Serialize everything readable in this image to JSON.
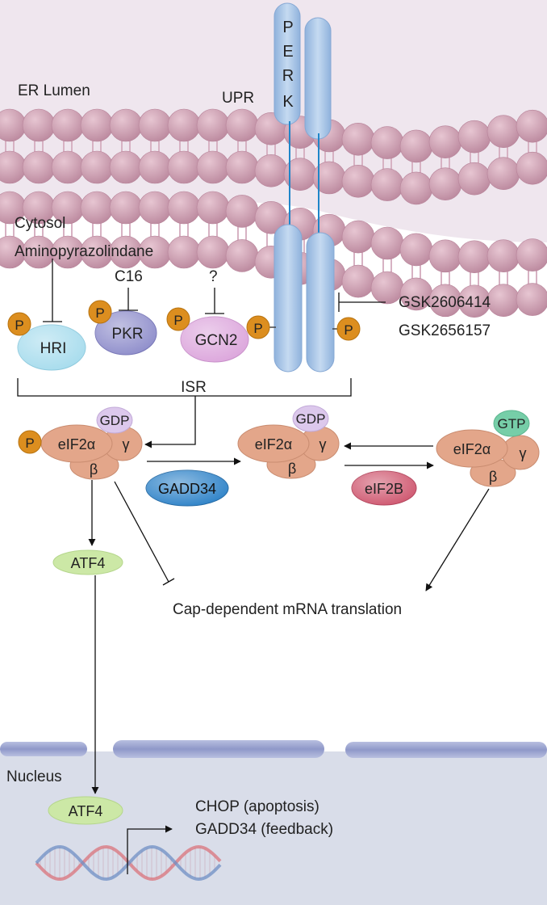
{
  "labels": {
    "er_lumen": "ER Lumen",
    "upr": "UPR",
    "cytosol": "Cytosol",
    "nucleus": "Nucleus",
    "isr": "ISR",
    "cap_translation": "Cap-dependent mRNA translation"
  },
  "perk": {
    "letters": [
      "P",
      "E",
      "R",
      "K"
    ]
  },
  "kinases": {
    "hri": "HRI",
    "pkr": "PKR",
    "gcn2": "GCN2"
  },
  "inhibitors": {
    "hri": "Aminopyrazolindane",
    "pkr": "C16",
    "gcn2": "?",
    "perk_1": "GSK2606414",
    "perk_2": "GSK2656157"
  },
  "phospho_label": "P",
  "eif2": {
    "alpha": "eIF2α",
    "gamma": "γ",
    "beta": "β",
    "gdp": "GDP",
    "gtp": "GTP"
  },
  "regulators": {
    "gadd34": "GADD34",
    "eif2b": "eIF2B"
  },
  "atf4": "ATF4",
  "targets": {
    "chop": "CHOP (apoptosis)",
    "gadd34": "GADD34 (feedback)"
  },
  "colors": {
    "er_lumen_bg": "#efe6ee",
    "nucleus_bg": "#d9dde9",
    "lipid_head": "#cf9fb1",
    "perk": "#a9c6e8",
    "phospho": "#dc8e1f",
    "hri": "#a7dced",
    "pkr": "#8f8ecb",
    "gcn2": "#dca6dc",
    "eif2_subunit": "#e3a68a",
    "gdp": "#dcc8ec",
    "gtp": "#76cea8",
    "gadd34": "#2f83c8",
    "eif2b": "#cf5870",
    "atf4": "#cce8a6",
    "nuclear_envelope": "#9ea7d3"
  }
}
